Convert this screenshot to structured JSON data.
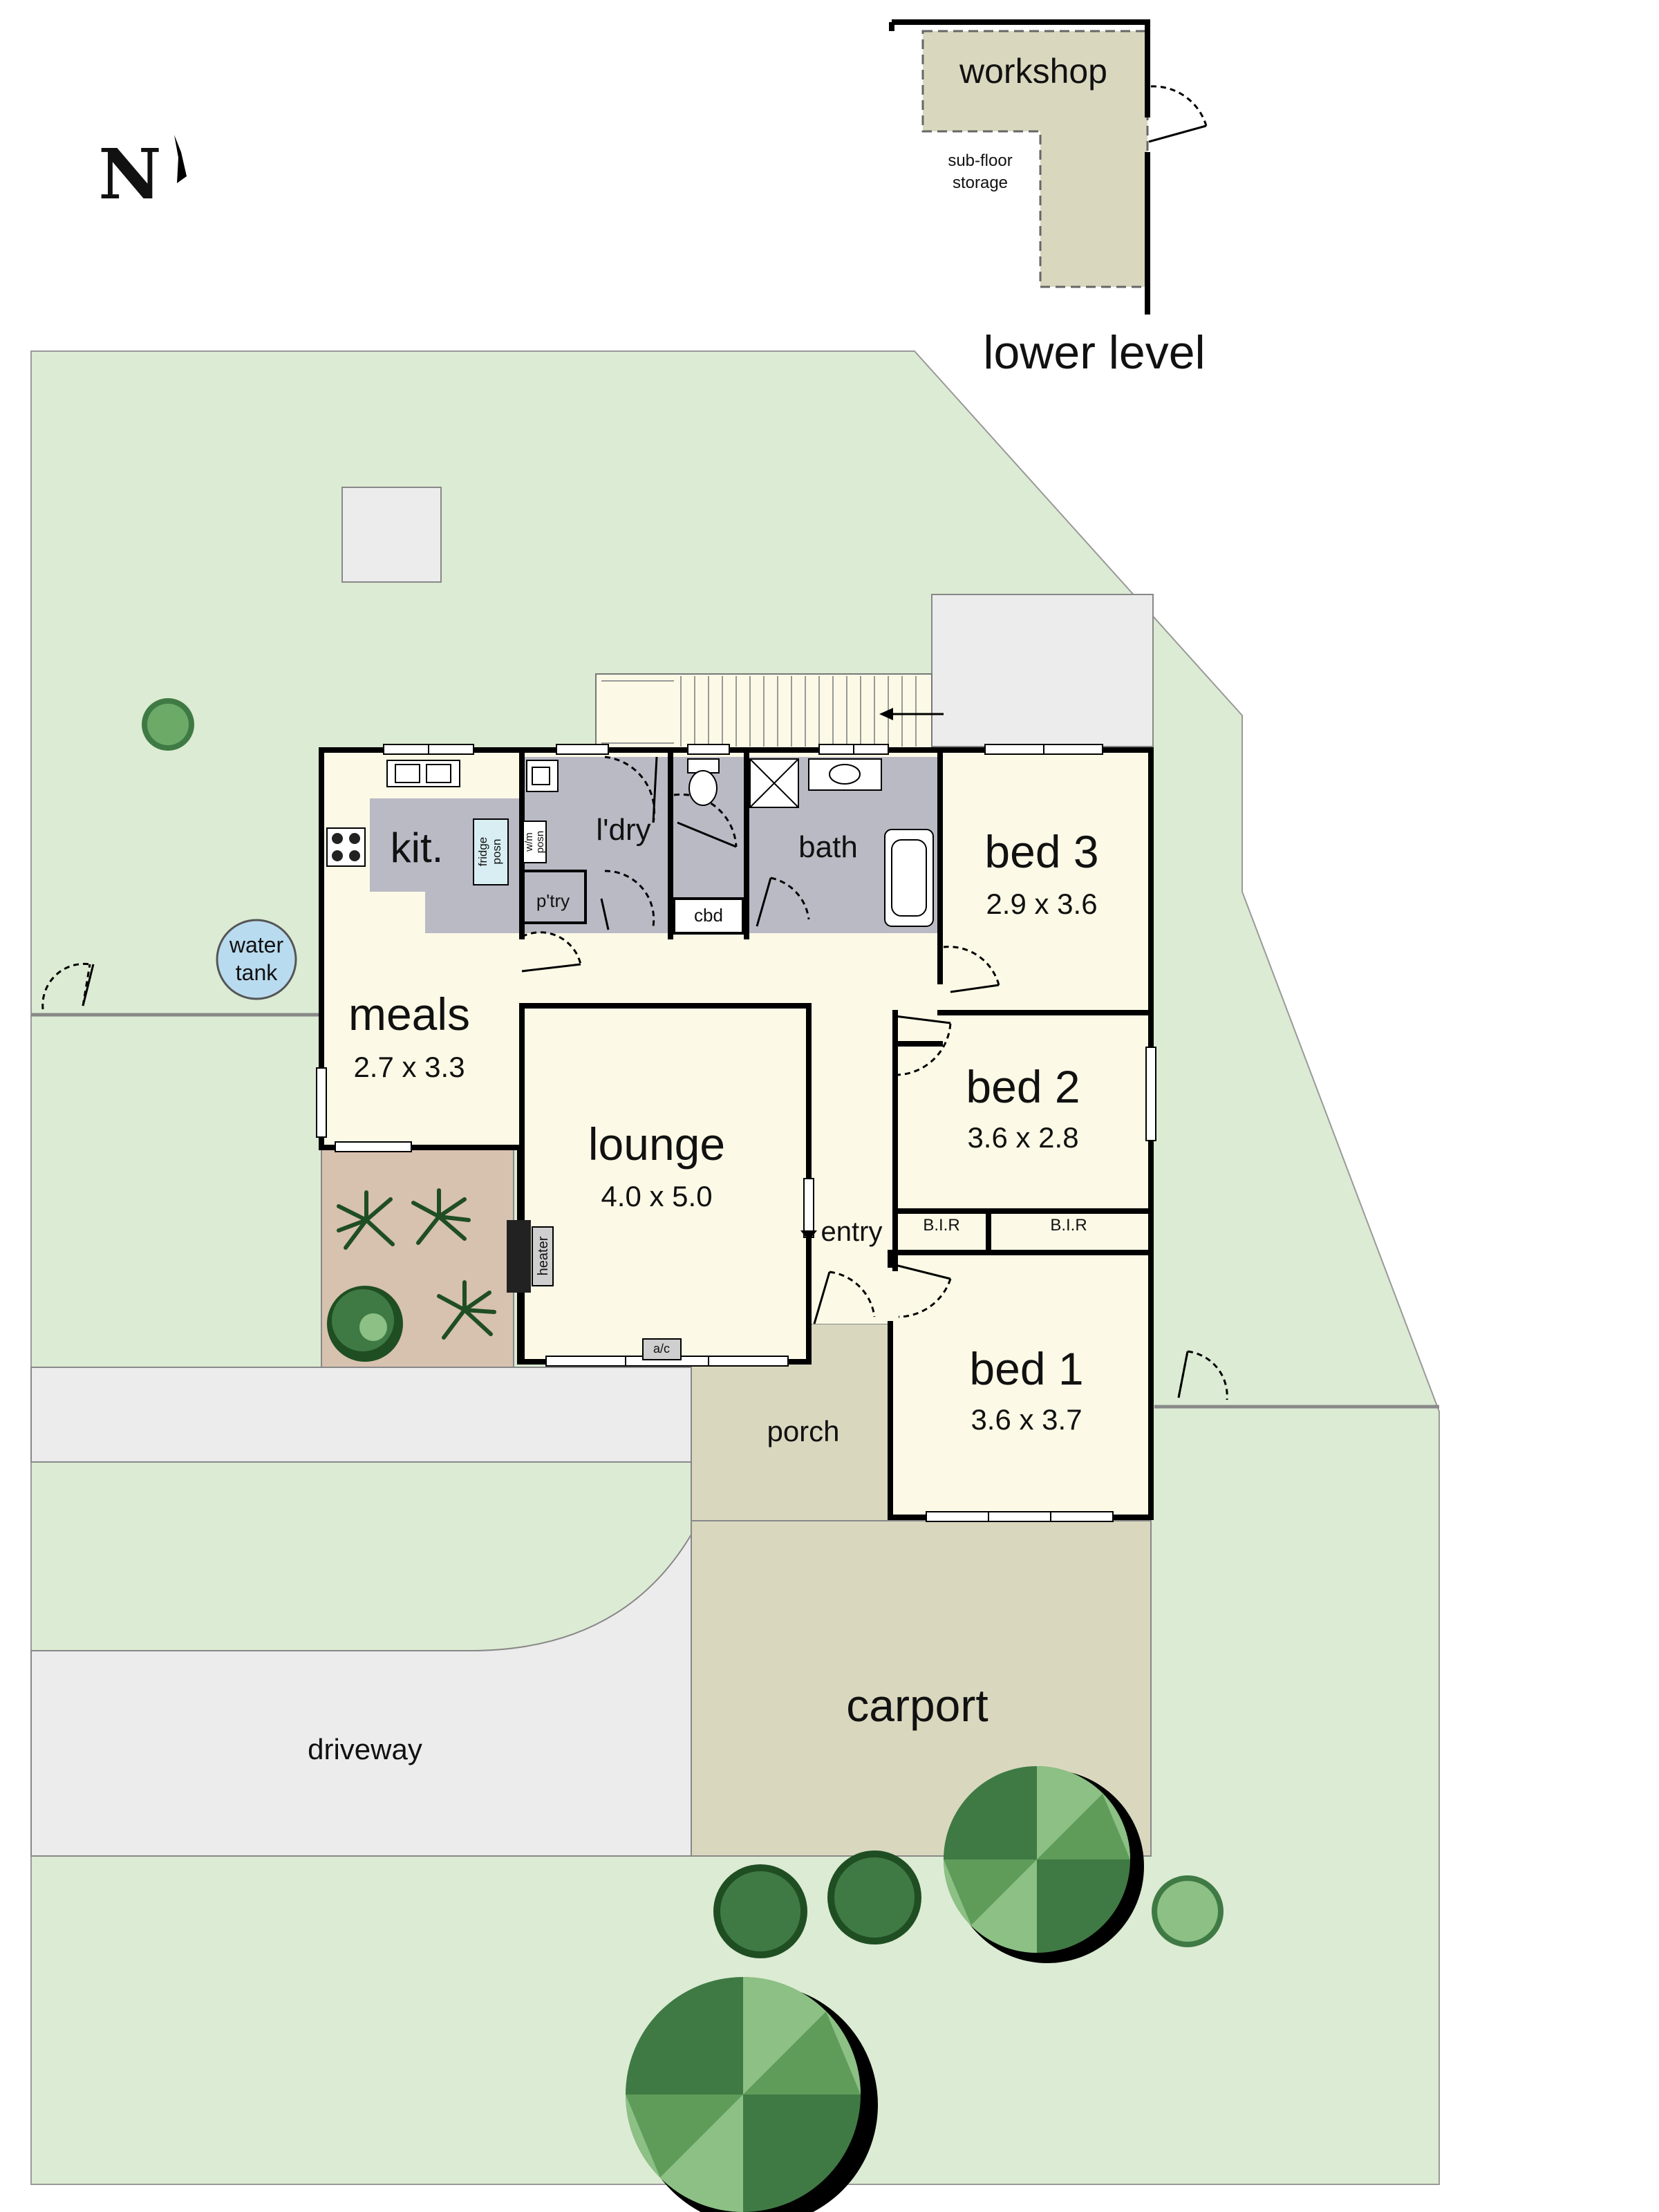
{
  "compass": {
    "letter": "N"
  },
  "lower_level": {
    "workshop": "workshop",
    "storage_line1": "sub-floor",
    "storage_line2": "storage",
    "title": "lower level"
  },
  "rooms": {
    "kitchen": "kit.",
    "laundry": "l'dry",
    "bath": "bath",
    "bed3": {
      "name": "bed 3",
      "dims": "2.9 x 3.6"
    },
    "meals": {
      "name": "meals",
      "dims": "2.7 x 3.3"
    },
    "lounge": {
      "name": "lounge",
      "dims": "4.0 x 5.0"
    },
    "bed2": {
      "name": "bed 2",
      "dims": "3.6 x 2.8"
    },
    "bed1": {
      "name": "bed 1",
      "dims": "3.6 x 3.7"
    },
    "entry": "entry",
    "porch": "porch",
    "carport": "carport",
    "driveway": "driveway"
  },
  "fixtures": {
    "fridge_line1": "fridge",
    "fridge_line2": "posn",
    "washer_line1": "w/m",
    "washer_line2": "posn",
    "pantry": "p'try",
    "cupboard": "cbd",
    "bir": "B.I.R",
    "heater": "heater",
    "aircon": "a/c",
    "water_tank_line1": "water",
    "water_tank_line2": "tank"
  },
  "colors": {
    "land": "#dcebd3",
    "wet_area": "#babac5",
    "interior": "#fcfae6",
    "outdoor_paving": "#d9d8bf",
    "courtyard": "#d7c1af",
    "path": "#ececec",
    "wall": "#000000",
    "tree_dark": "#3f7a44",
    "tree_light": "#8cc084",
    "water_tank": "#b9dbef"
  }
}
